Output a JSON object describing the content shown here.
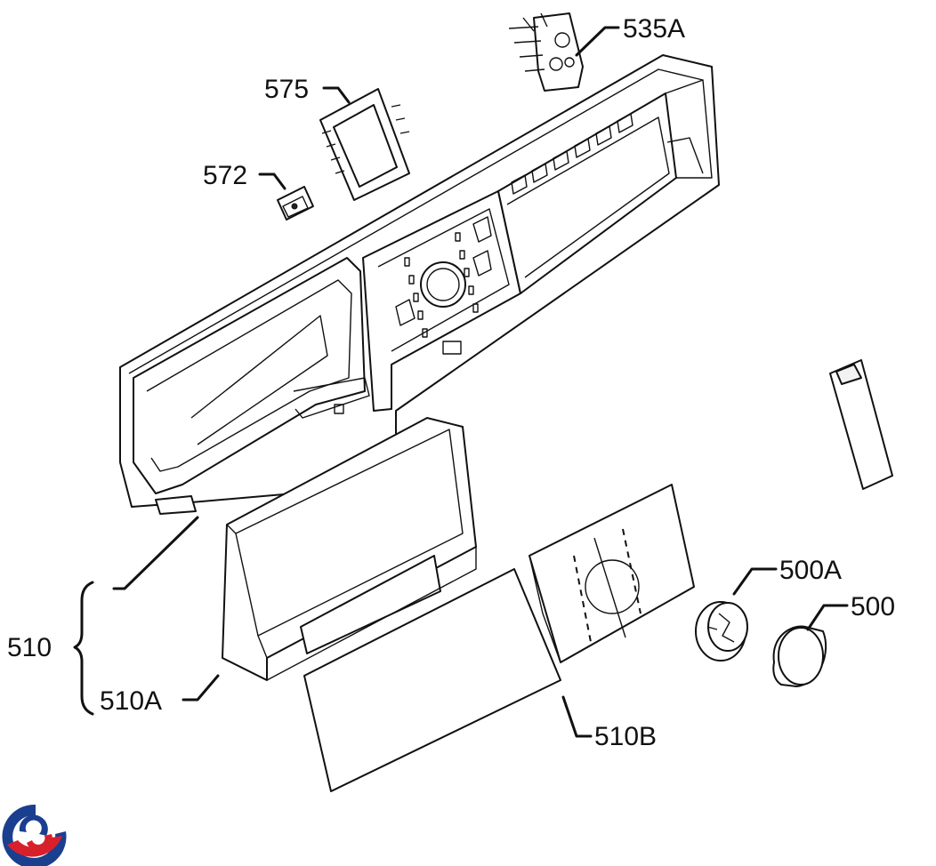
{
  "callouts": {
    "c535A": "535A",
    "c575": "575",
    "c572": "572",
    "c500A": "500A",
    "c500": "500",
    "c510": "510",
    "c510A": "510A",
    "c510B": "510B"
  },
  "logo": {
    "icon": "swirl-logo-icon",
    "colors": [
      "#1b3f8f",
      "#d8202a"
    ]
  }
}
